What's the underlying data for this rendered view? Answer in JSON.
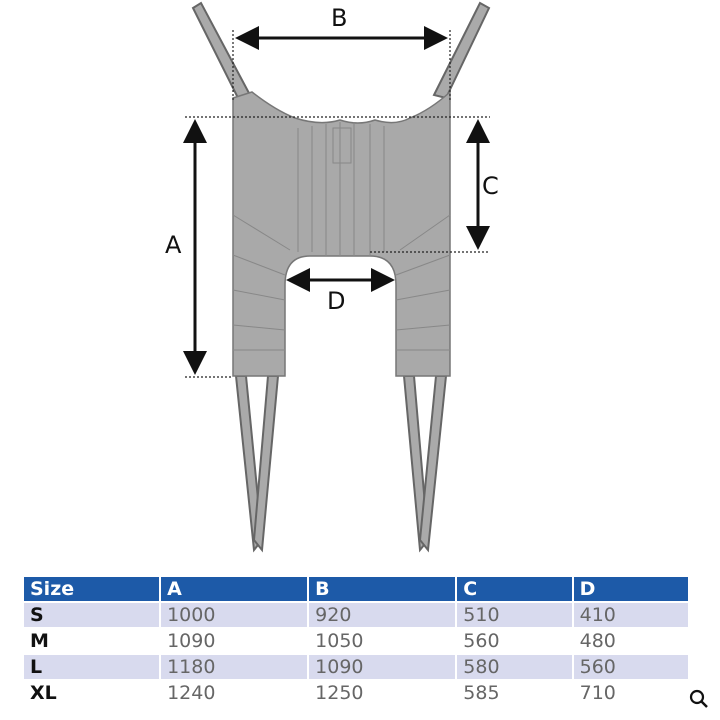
{
  "diagram": {
    "labels": {
      "a": "A",
      "b": "B",
      "c": "C",
      "d": "D"
    }
  },
  "table": {
    "headers": [
      "Size",
      "A",
      "B",
      "C",
      "D"
    ],
    "rows": [
      [
        "S",
        "1000",
        "920",
        "510",
        "410"
      ],
      [
        "M",
        "1090",
        "1050",
        "560",
        "480"
      ],
      [
        "L",
        "1180",
        "1090",
        "580",
        "560"
      ],
      [
        "XL",
        "1240",
        "1250",
        "585",
        "710"
      ]
    ]
  },
  "colors": {
    "header": "#1d5aa8",
    "alt_row": "#d8daee",
    "sling": "#a9a9a9"
  },
  "icons": {
    "zoom": "magnifier-icon"
  }
}
